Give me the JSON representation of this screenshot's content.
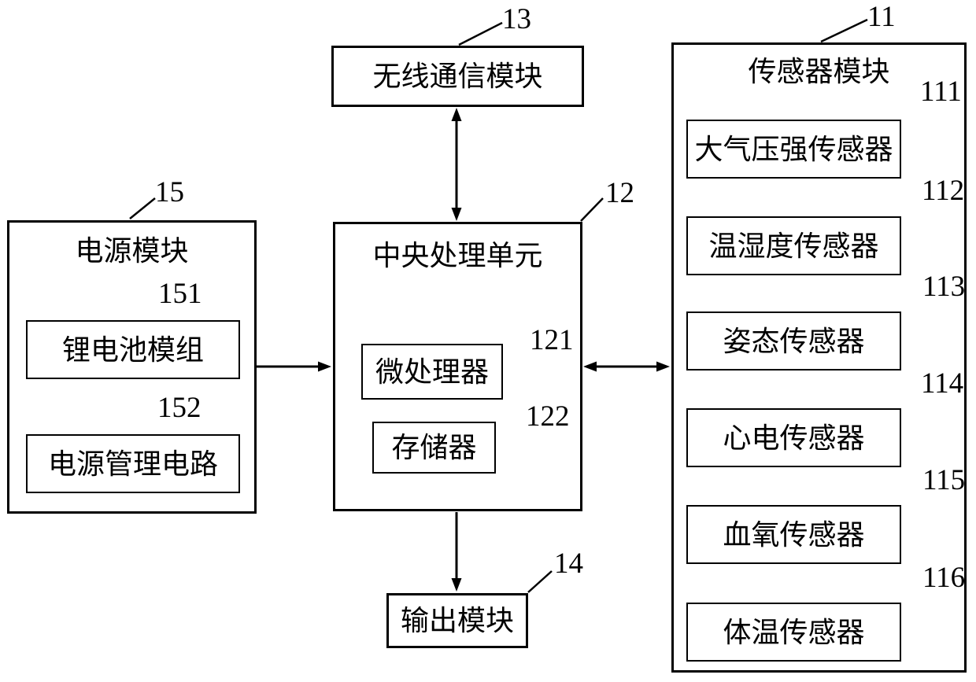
{
  "diagram": {
    "colors": {
      "line": "#000000",
      "background": "#ffffff",
      "text": "#000000"
    },
    "modules": {
      "wireless": {
        "ref": "13",
        "label": "无线通信模块"
      },
      "sensor": {
        "ref": "11",
        "label": "传感器模块",
        "children": [
          {
            "ref": "111",
            "label": "大气压强传感器"
          },
          {
            "ref": "112",
            "label": "温湿度传感器"
          },
          {
            "ref": "113",
            "label": "姿态传感器"
          },
          {
            "ref": "114",
            "label": "心电传感器"
          },
          {
            "ref": "115",
            "label": "血氧传感器"
          },
          {
            "ref": "116",
            "label": "体温传感器"
          }
        ]
      },
      "cpu": {
        "ref": "12",
        "label": "中央处理单元",
        "children": [
          {
            "ref": "121",
            "label": "微处理器"
          },
          {
            "ref": "122",
            "label": "存储器"
          }
        ]
      },
      "power": {
        "ref": "15",
        "label": "电源模块",
        "children": [
          {
            "ref": "151",
            "label": "锂电池模组"
          },
          {
            "ref": "152",
            "label": "电源管理电路"
          }
        ]
      },
      "output": {
        "ref": "14",
        "label": "输出模块"
      }
    },
    "connections": [
      {
        "from": "无线通信模块",
        "to": "中央处理单元",
        "type": "bidirectional"
      },
      {
        "from": "电源模块",
        "to": "中央处理单元",
        "type": "unidirectional"
      },
      {
        "from": "中央处理单元",
        "to": "传感器模块",
        "type": "bidirectional"
      },
      {
        "from": "中央处理单元",
        "to": "输出模块",
        "type": "unidirectional"
      }
    ]
  }
}
